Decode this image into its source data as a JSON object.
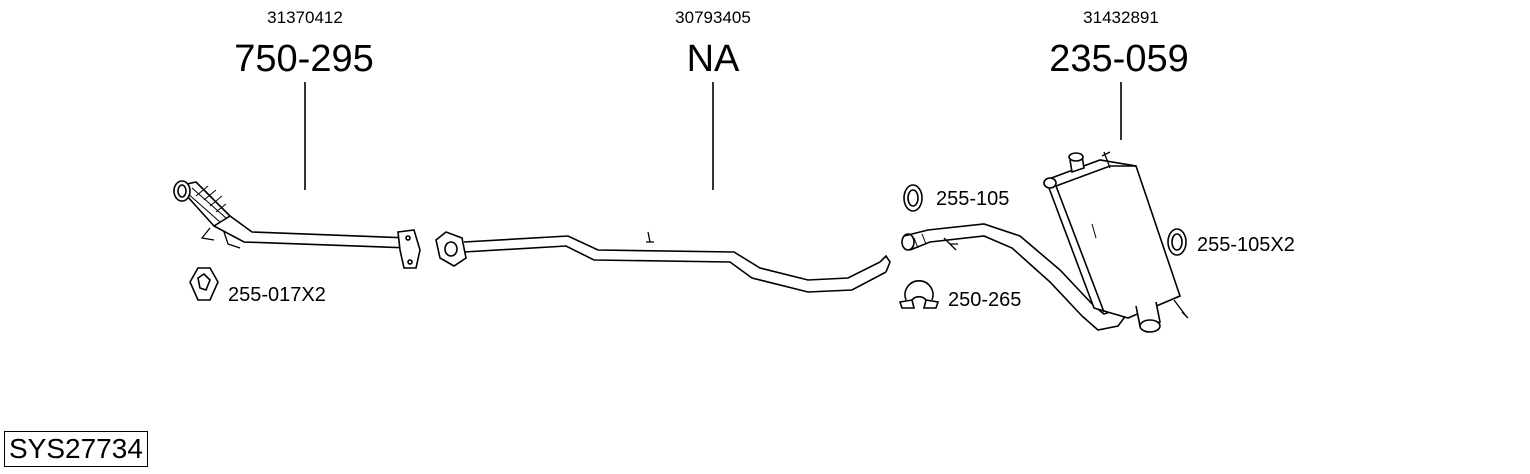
{
  "parts": [
    {
      "oem": "31370412",
      "number": "750-295"
    },
    {
      "oem": "30793405",
      "number": "NA"
    },
    {
      "oem": "31432891",
      "number": "235-059"
    }
  ],
  "accessories": [
    {
      "label": "255-105"
    },
    {
      "label": "255-105X2"
    },
    {
      "label": "250-265"
    },
    {
      "label": "255-017X2"
    }
  ],
  "system_code": "SYS27734"
}
